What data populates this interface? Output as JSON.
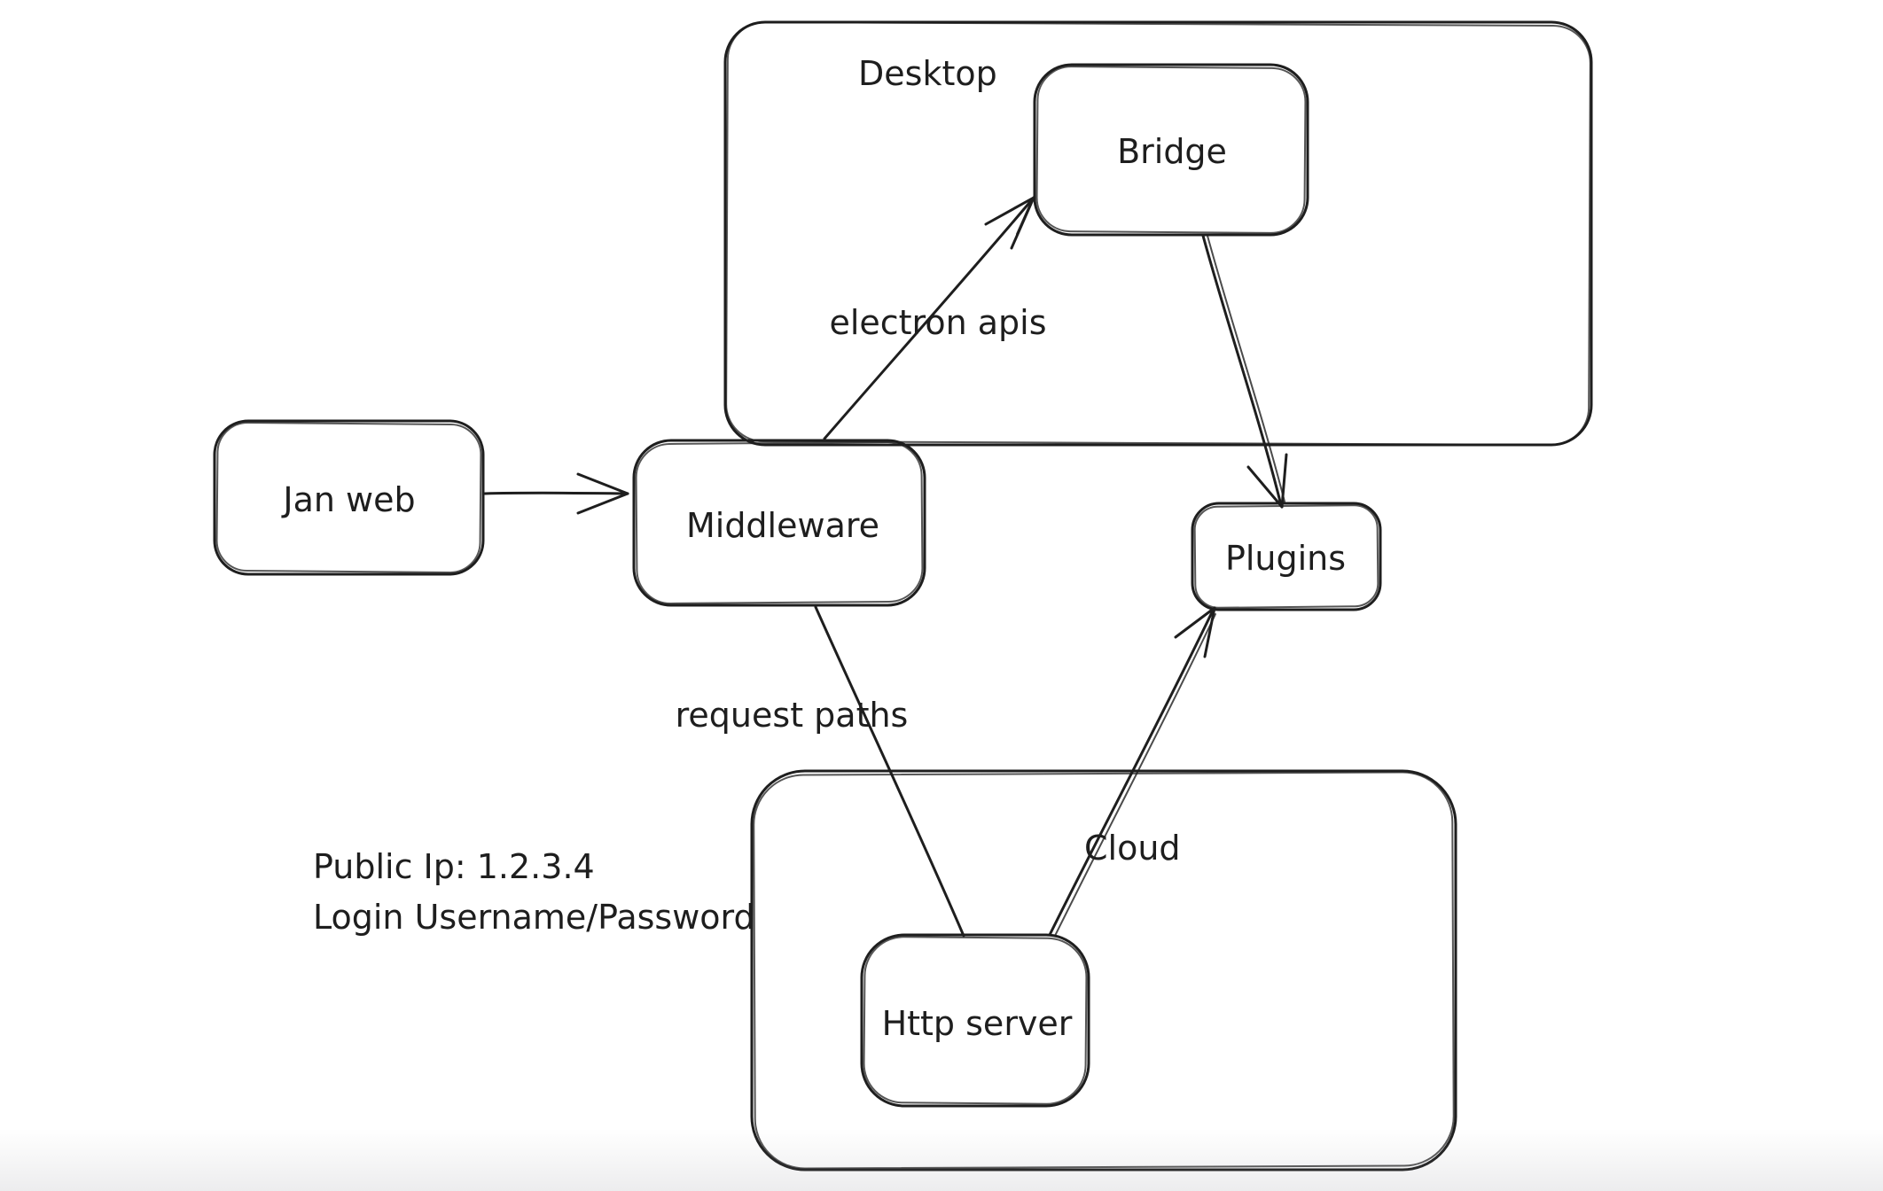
{
  "diagram": {
    "containers": [
      {
        "id": "desktop",
        "label": "Desktop"
      },
      {
        "id": "cloud",
        "label": "Cloud"
      }
    ],
    "nodes": [
      {
        "id": "jan-web",
        "label": "Jan web"
      },
      {
        "id": "middleware",
        "label": "Middleware"
      },
      {
        "id": "bridge",
        "label": "Bridge"
      },
      {
        "id": "plugins",
        "label": "Plugins"
      },
      {
        "id": "http-server",
        "label": "Http server"
      }
    ],
    "edges": [
      {
        "from": "jan-web",
        "to": "middleware",
        "label": ""
      },
      {
        "from": "middleware",
        "to": "bridge",
        "label": "electron apis"
      },
      {
        "from": "bridge",
        "to": "plugins",
        "label": ""
      },
      {
        "from": "middleware",
        "to": "http-server",
        "label": "request paths"
      },
      {
        "from": "http-server",
        "to": "plugins",
        "label": ""
      }
    ],
    "annotations": [
      {
        "id": "public-ip",
        "text": "Public Ip: 1.2.3.4"
      },
      {
        "id": "login",
        "text": "Login Username/Password"
      }
    ],
    "colors": {
      "stroke": "#1e1e1e",
      "background": "#ffffff"
    }
  }
}
